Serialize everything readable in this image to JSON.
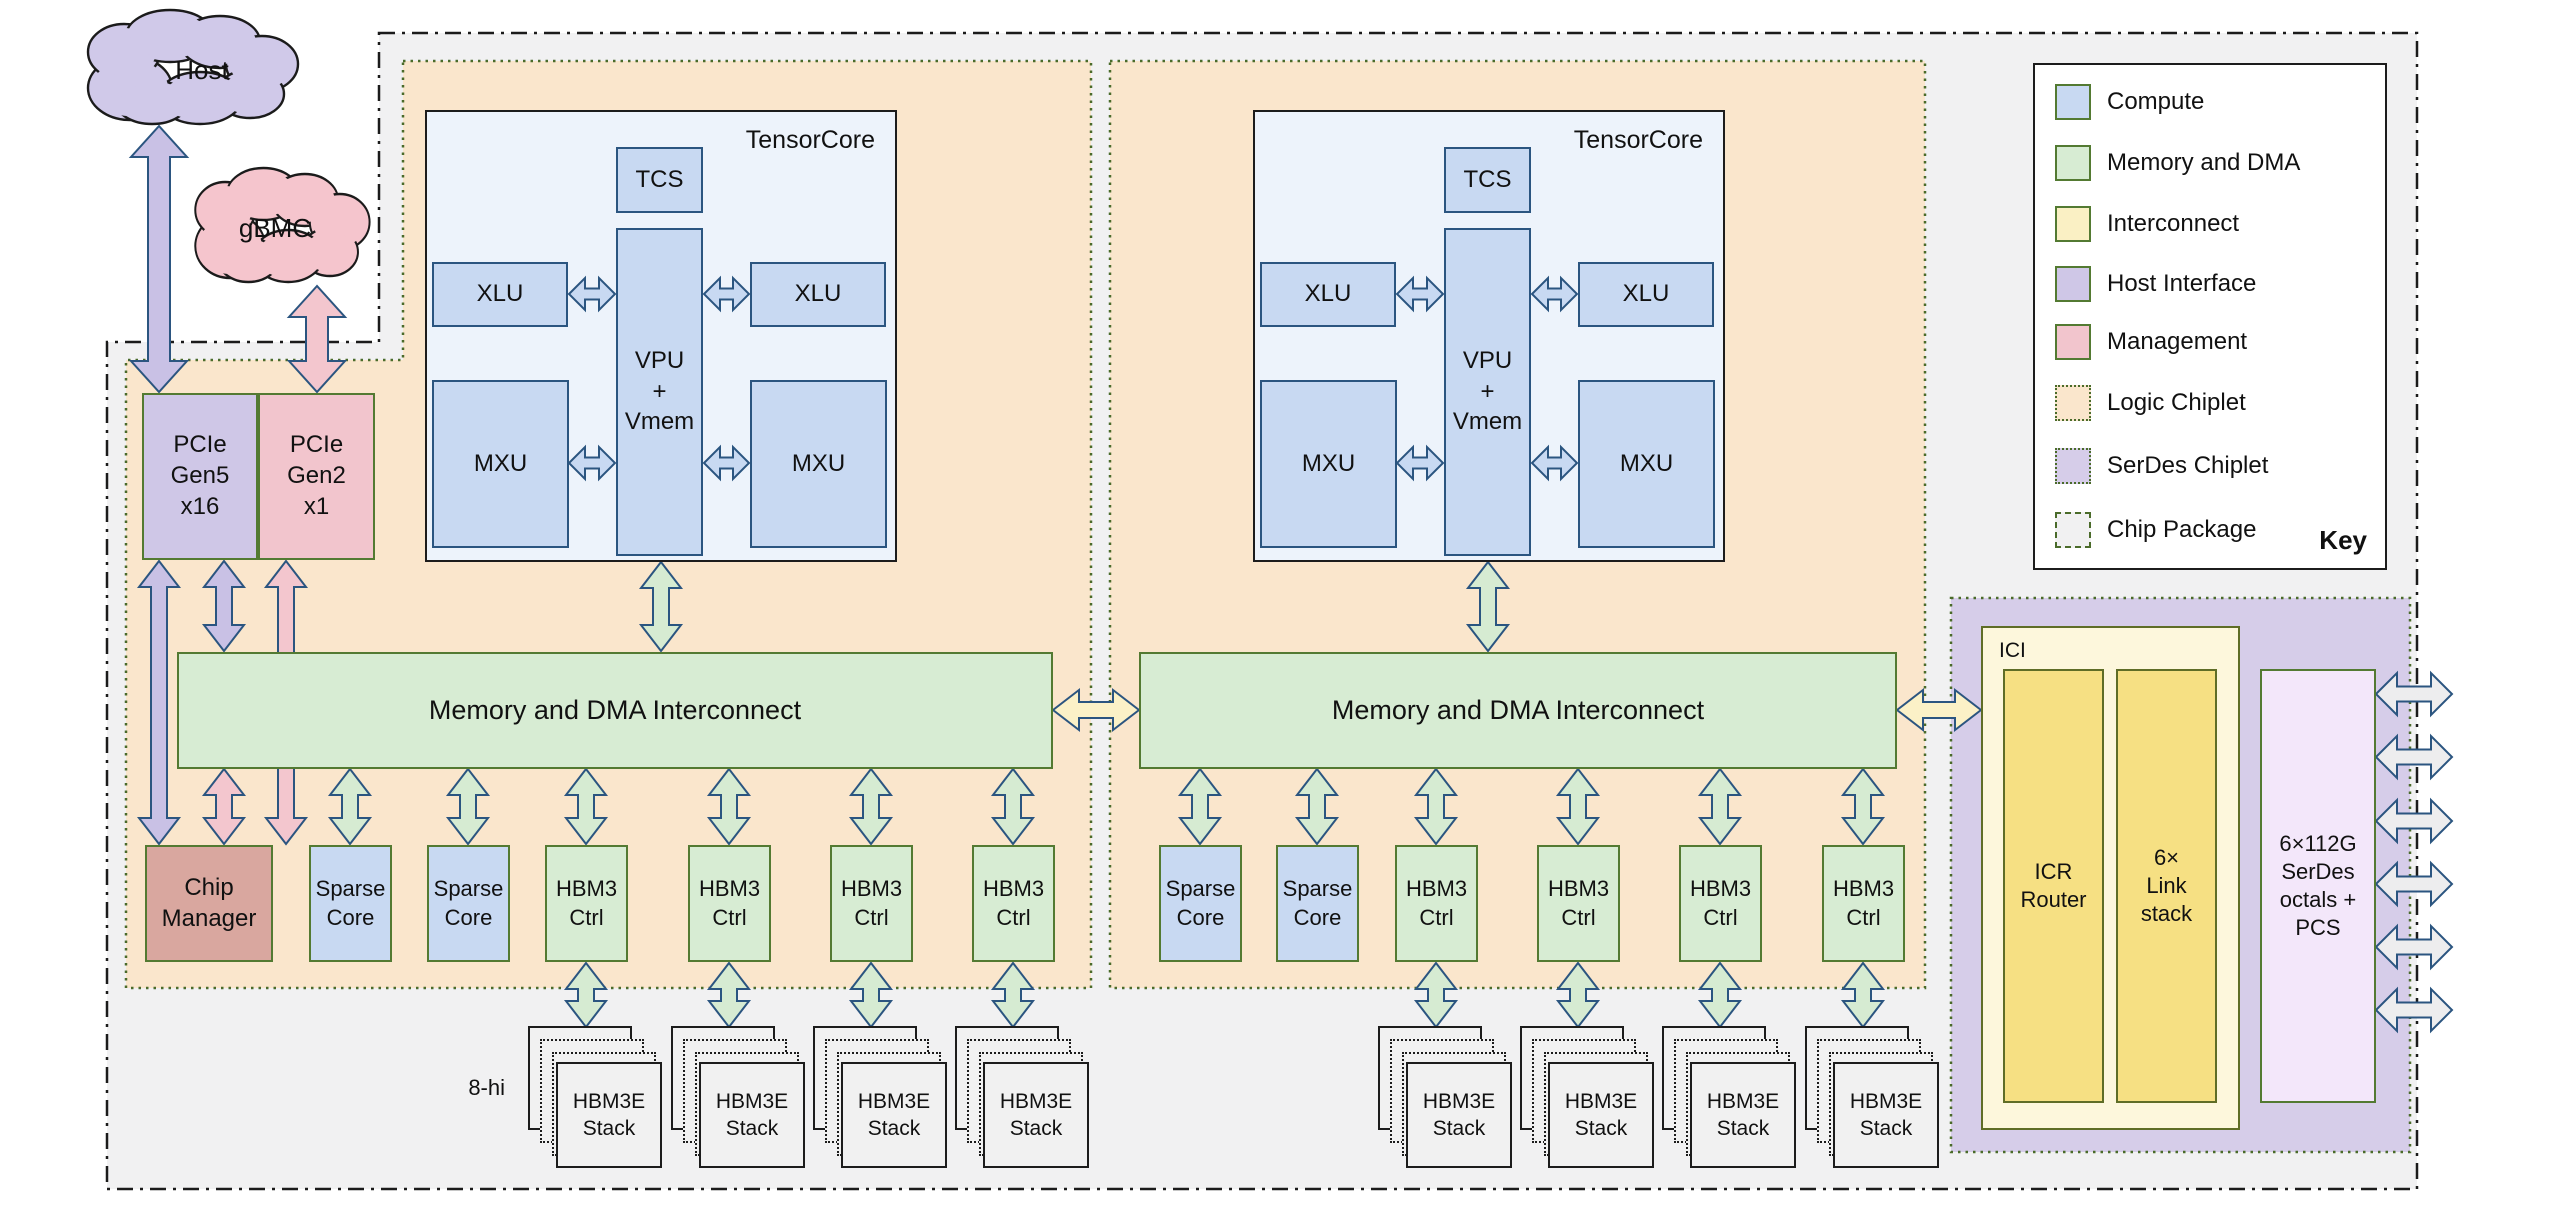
{
  "clouds": {
    "host": "Host",
    "gbmc": "gBMC"
  },
  "host_interface": {
    "pcie_gen5": "PCIe\nGen5\nx16",
    "pcie_gen2": "PCIe\nGen2\nx1"
  },
  "tensorcore": {
    "title": "TensorCore",
    "tcs": "TCS",
    "xlu": "XLU",
    "vpu": "VPU\n+\nVmem",
    "mxu": "MXU"
  },
  "interconnect": {
    "label": "Memory and DMA Interconnect"
  },
  "bottom_row": {
    "chip_manager": "Chip\nManager",
    "sparse_core": "Sparse\nCore",
    "hbm3_ctrl": "HBM3\nCtrl"
  },
  "memory": {
    "hbm3e_stack": "HBM3E\nStack",
    "stack_height": "8-hi"
  },
  "ici": {
    "title": "ICI",
    "icr_router": "ICR\nRouter",
    "link_stack": "6×\nLink\nstack",
    "serdes_octals": "6×112G\nSerDes\noctals +\nPCS"
  },
  "key": {
    "title": "Key",
    "items": [
      {
        "label": "Compute",
        "swatch": "compute"
      },
      {
        "label": "Memory and DMA",
        "swatch": "memory"
      },
      {
        "label": "Interconnect",
        "swatch": "interconnect"
      },
      {
        "label": "Host Interface",
        "swatch": "host"
      },
      {
        "label": "Management",
        "swatch": "management"
      },
      {
        "label": "Logic Chiplet",
        "swatch": "logic"
      },
      {
        "label": "SerDes Chiplet",
        "swatch": "serdes"
      },
      {
        "label": "Chip Package",
        "swatch": "package"
      }
    ]
  },
  "colors": {
    "border_green": "#537a32",
    "arrow_outline": "#2b5580",
    "arrows": {
      "purple": "#c9c1e5",
      "pink": "#f3c6ce",
      "green": "#d6ebd2",
      "yellow": "#fbf1c7",
      "blue": "#c8d9f2",
      "gray": "#ededee"
    },
    "fills": {
      "compute": "#c8d9f2",
      "memory": "#d7ecd3",
      "interconnect": "#faf0c4",
      "host_interface": "#cfc7e7",
      "management": "#f2c5cd",
      "logic_chiplet": "#fae6cc",
      "serdes_chiplet": "#d6cde9",
      "chip_package": "#f1f1f2",
      "tensorcore_bg": "#edf3fb",
      "chip_manager": "#d9a79f",
      "ici_bg": "#fdf7dc",
      "ici_inner": "#f6e083",
      "serdes_octals": "#f3e7fa",
      "hbm_stack": "#f1f1f1"
    }
  }
}
